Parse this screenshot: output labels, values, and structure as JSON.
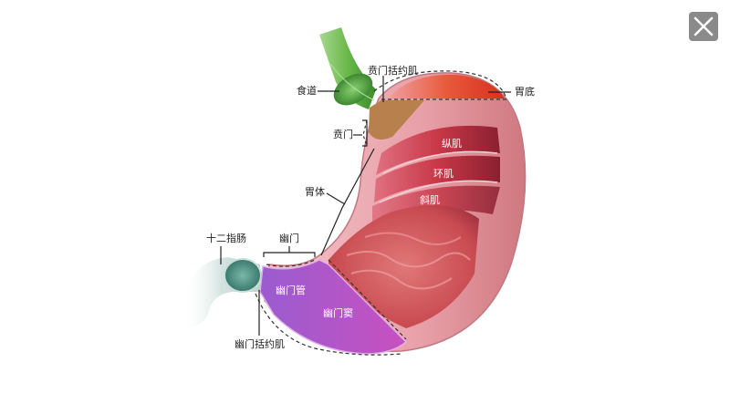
{
  "close_button": {
    "icon": "close-icon",
    "color": "#8a8a8a"
  },
  "diagram": {
    "subject": "stomach-anatomy",
    "labels": {
      "esophagus": "食道",
      "cardiac_sphincter": "贲门括约肌",
      "fundus": "胃底",
      "cardia": "贲门",
      "longitudinal_muscle": "纵肌",
      "circular_muscle": "环肌",
      "oblique_muscle": "斜肌",
      "body": "胃体",
      "duodenum": "十二指肠",
      "pylorus": "幽门",
      "pyloric_canal": "幽门管",
      "pyloric_antrum": "幽门窦",
      "pyloric_sphincter": "幽门括约肌"
    },
    "colors": {
      "esophagus": "#5aa83c",
      "fundus": "#e04a2c",
      "cardia": "#b87a44",
      "stomach_wall": "#e8a0a4",
      "muscle": "#c8404c",
      "mucosa": "#c85058",
      "pyloric": "#b060c8",
      "duodenum": "#4a8a80"
    }
  }
}
